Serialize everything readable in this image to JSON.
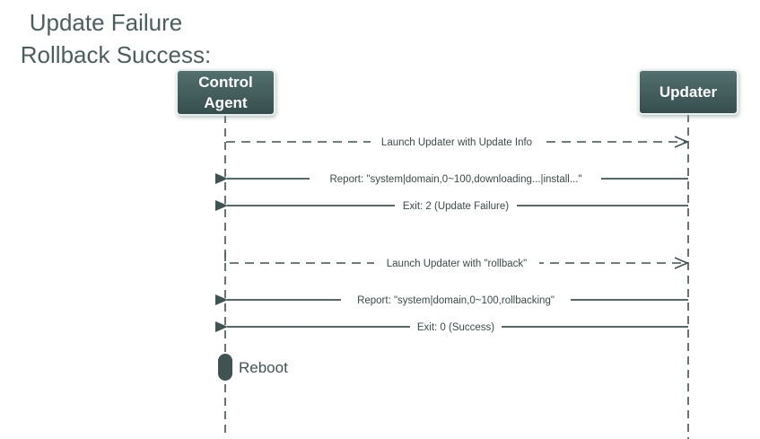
{
  "title": {
    "line1": "Update Failure",
    "line2": "Rollback Success:"
  },
  "actors": [
    {
      "id": "agent",
      "label_lines": [
        "Control",
        "Agent"
      ]
    },
    {
      "id": "updater",
      "label_lines": [
        "Updater"
      ]
    }
  ],
  "messages": [
    {
      "from": "agent",
      "to": "updater",
      "style": "dashed",
      "label": "Launch Updater with Update Info"
    },
    {
      "from": "updater",
      "to": "agent",
      "style": "solid",
      "label": "Report: \"system|domain,0~100,downloading...|install...\""
    },
    {
      "from": "updater",
      "to": "agent",
      "style": "solid",
      "label": "Exit: 2 (Update Failure)"
    },
    {
      "from": "agent",
      "to": "updater",
      "style": "dashed",
      "label": "Launch Updater with \"rollback\""
    },
    {
      "from": "updater",
      "to": "agent",
      "style": "solid",
      "label": "Report: \"system|domain,0~100,rollbacking\""
    },
    {
      "from": "updater",
      "to": "agent",
      "style": "solid",
      "label": "Exit: 0 (Success)"
    }
  ],
  "note": {
    "actor": "agent",
    "label": "Reboot"
  },
  "colors": {
    "actor_fill": "#3f5a5a",
    "line": "#3f5353",
    "title": "#4a5e5e"
  }
}
